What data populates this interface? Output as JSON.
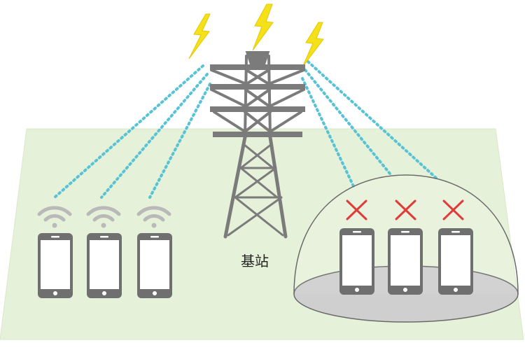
{
  "diagram": {
    "tower_label": "基站",
    "colors": {
      "ground": "#e6f1d9",
      "ground_edge": "#d9e8c9",
      "tower": "#7b7b7b",
      "signal_dots": "#59c3d6",
      "bolt": "#f4e11a",
      "bolt_edge": "#e5c700",
      "phone_frame": "#6f6f6f",
      "phone_screen": "#ffffff",
      "wifi": "#b9b9b9",
      "blocked_mark": "#e13a3a",
      "shield_outline": "#6a6a6a",
      "shield_floor": "#cfcfcf"
    },
    "connected_phones": [
      {
        "name": "phone-1",
        "icon": "wifi-icon",
        "status": "connected"
      },
      {
        "name": "phone-2",
        "icon": "wifi-icon",
        "status": "connected"
      },
      {
        "name": "phone-3",
        "icon": "wifi-icon",
        "status": "connected"
      }
    ],
    "shielded_phones": [
      {
        "name": "phone-4",
        "icon": "blocked-x-icon",
        "status": "blocked"
      },
      {
        "name": "phone-5",
        "icon": "blocked-x-icon",
        "status": "blocked"
      },
      {
        "name": "phone-6",
        "icon": "blocked-x-icon",
        "status": "blocked"
      }
    ],
    "icons": [
      "lightning-bolt-icon",
      "tower-icon",
      "wifi-icon",
      "phone-icon",
      "blocked-x-icon",
      "shield-dome-icon"
    ]
  }
}
